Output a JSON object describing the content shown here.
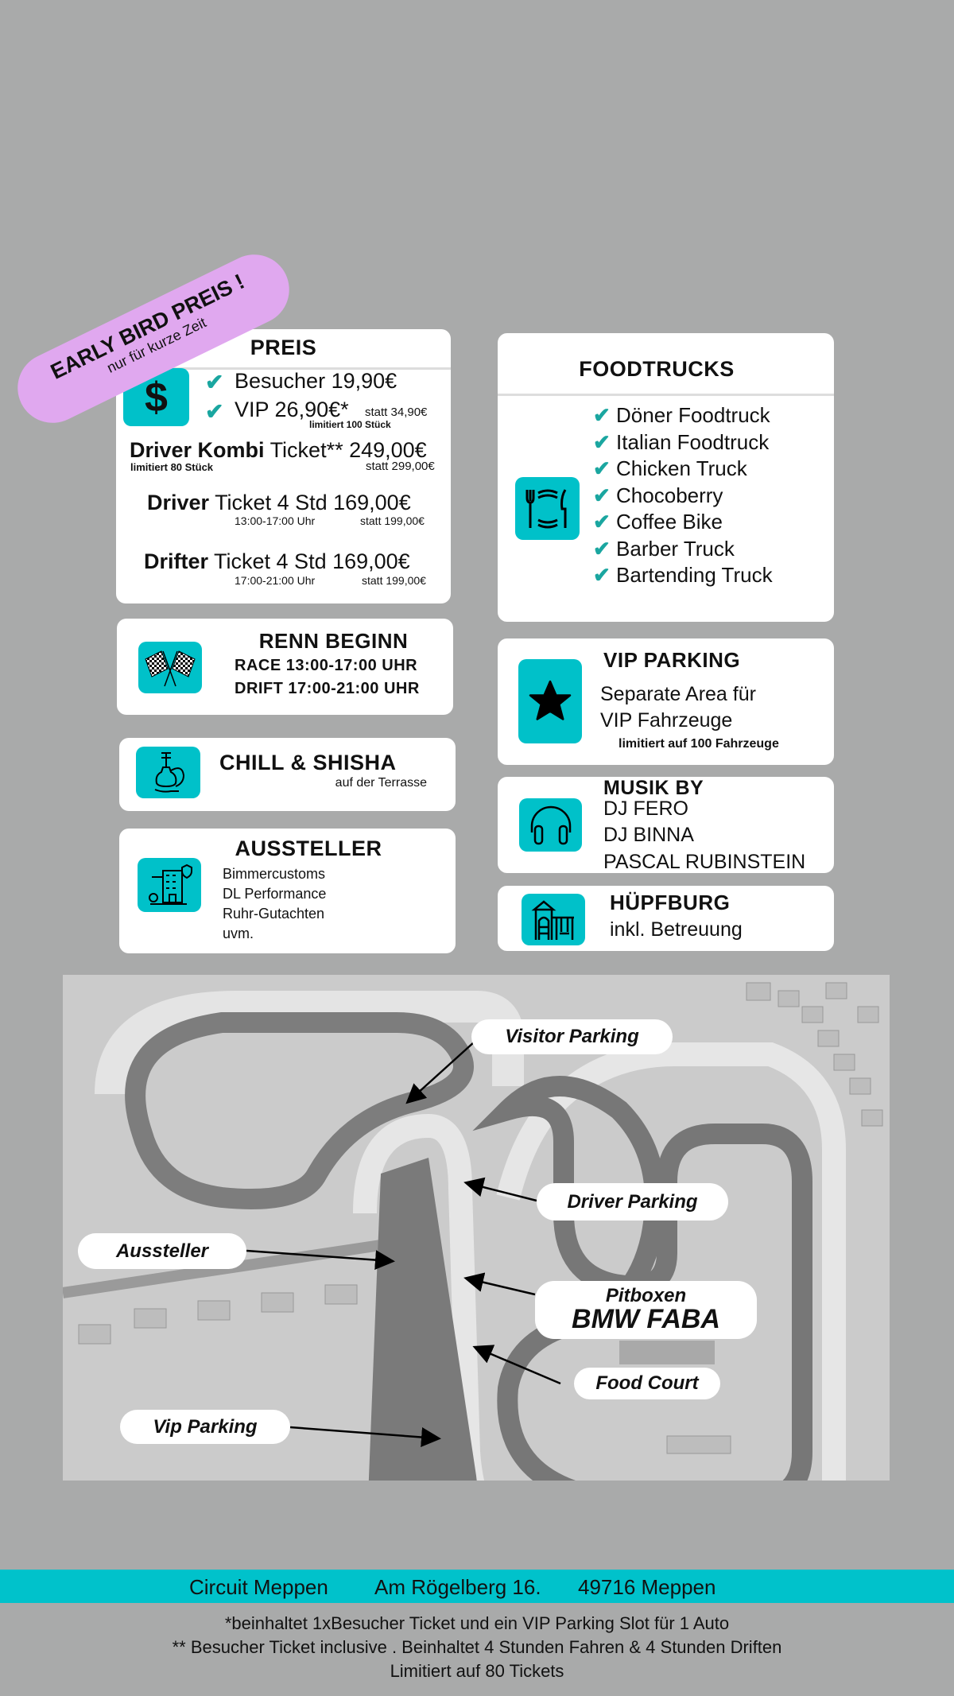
{
  "colors": {
    "background": "#a9aaaa",
    "accent": "#00c1c9",
    "check": "#1aa6a0",
    "badge": "#e0a8ef"
  },
  "badge": {
    "title": "EARLY BIRD PREIS !",
    "subtitle": "nur für kurze Zeit"
  },
  "preis": {
    "title": "PREIS",
    "icon": "dollar-icon",
    "besucher": {
      "label": "Besucher 19,90€"
    },
    "vip": {
      "label": "VIP 26,90€*",
      "old": "statt 34,90€",
      "limit": "limitiert 100 Stück"
    },
    "kombi": {
      "bold": "Driver Kombi",
      "rest": "Ticket** 249,00€",
      "limit": "limitiert 80 Stück",
      "old": "statt 299,00€"
    },
    "driver": {
      "bold": "Driver",
      "rest": "Ticket 4 Std 169,00€",
      "time": "13:00-17:00 Uhr",
      "old": "statt 199,00€"
    },
    "drifter": {
      "bold": "Drifter",
      "rest": "Ticket 4 Std 169,00€",
      "time": "17:00-21:00 Uhr",
      "old": "statt 199,00€"
    }
  },
  "foodtrucks": {
    "title": "FOODTRUCKS",
    "icon": "plate-cutlery-icon",
    "items": [
      "Döner Foodtruck",
      "Italian Foodtruck",
      "Chicken Truck",
      "Chocoberry",
      "Coffee Bike",
      "Barber Truck",
      "Bartending Truck"
    ]
  },
  "renn": {
    "title": "RENN BEGINN",
    "icon": "checkered-flags-icon",
    "race": "RACE 13:00-17:00 UHR",
    "drift": "DRIFT 17:00-21:00 UHR"
  },
  "vip_parking": {
    "title": "VIP PARKING",
    "icon": "star-icon",
    "line1": "Separate Area für",
    "line2": "VIP Fahrzeuge",
    "limit": "limitiert auf 100 Fahrzeuge"
  },
  "chill": {
    "title": "CHILL & SHISHA",
    "icon": "shisha-icon",
    "subtitle": "auf der Terrasse"
  },
  "musik": {
    "title": "MUSIK BY",
    "icon": "headphones-icon",
    "djs": [
      "DJ FERO",
      "DJ BINNA",
      "PASCAL RUBINSTEIN"
    ]
  },
  "aussteller": {
    "title": "AUSSTELLER",
    "icon": "building-icon",
    "items": [
      "Bimmercustoms",
      "DL Performance",
      "Ruhr-Gutachten",
      "uvm."
    ]
  },
  "huepfburg": {
    "title": "HÜPFBURG",
    "icon": "playground-icon",
    "subtitle": "inkl. Betreuung"
  },
  "map": {
    "labels": {
      "visitor": "Visitor Parking",
      "driver": "Driver Parking",
      "aussteller": "Aussteller",
      "pit1": "Pitboxen",
      "pit2": "BMW FABA",
      "food": "Food Court",
      "vip": "Vip Parking"
    }
  },
  "footer": {
    "name": "Circuit Meppen",
    "street": "Am Rögelberg 16.",
    "city": "49716 Meppen",
    "notes": [
      "*beinhaltet 1xBesucher Ticket und ein VIP Parking Slot für 1 Auto",
      "** Besucher Ticket inclusive . Beinhaltet 4 Stunden Fahren & 4 Stunden Driften",
      "Limitiert auf 80 Tickets"
    ]
  }
}
